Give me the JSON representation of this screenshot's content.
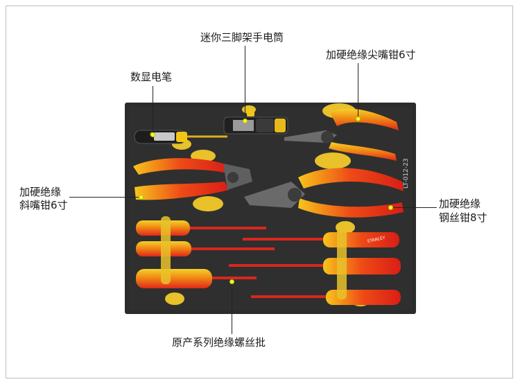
{
  "labels": {
    "tripod_flashlight": "迷你三脚架手电筒",
    "needle_nose_pliers": "加硬绝缘尖嘴钳6寸",
    "voltage_tester": "数显电笔",
    "diagonal_cutter_line1": "加硬绝缘",
    "diagonal_cutter_line2": "斜嘴钳6寸",
    "combination_pliers_line1": "加硬绝缘",
    "combination_pliers_line2": "钢丝钳8寸",
    "screwdrivers": "原产系列绝缘螺丝批"
  },
  "tray_code": "LT-012-23",
  "brand_text": "STANLEY",
  "colors": {
    "tray_foam": "#2c2c2c",
    "tray_recess": "#e9c22a",
    "handle_red": "#e2271b",
    "handle_yellow": "#f7c51c",
    "marker_dot": "#f2ff2e"
  }
}
